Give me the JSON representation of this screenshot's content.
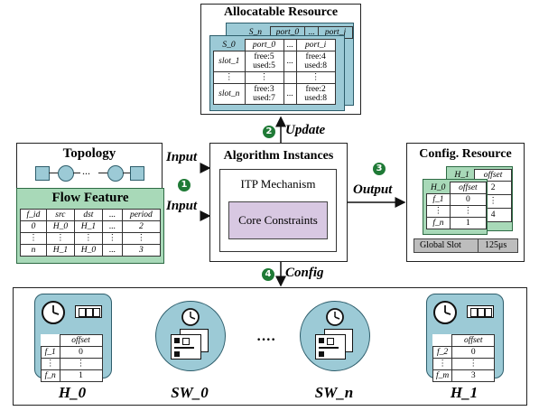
{
  "alloc": {
    "title": "Allocatable Resource",
    "back_header": [
      "S_n",
      "port_0",
      "...",
      "port_j"
    ],
    "front_header": [
      "S_0",
      "port_0",
      "...",
      "port_i"
    ],
    "rows": [
      {
        "slot": "slot_1",
        "c0": "free:5\nused:5",
        "dots": "...",
        "c1": "free:4\nused:8"
      },
      {
        "slot": "⋮",
        "c0": "⋮",
        "dots": "",
        "c1": "⋮"
      },
      {
        "slot": "slot_n",
        "c0": "free:3\nused:7",
        "dots": "...",
        "c1": "free:2\nused:8"
      }
    ]
  },
  "update_label": "Update",
  "topology": {
    "title": "Topology",
    "dots": "..."
  },
  "flow": {
    "title": "Flow Feature",
    "header": [
      "f_id",
      "src",
      "dst",
      "...",
      "period"
    ],
    "rows": [
      [
        "0",
        "H_0",
        "H_1",
        "...",
        "2"
      ],
      [
        "⋮",
        "⋮",
        "⋮",
        "⋮",
        "⋮"
      ],
      [
        "n",
        "H_1",
        "H_0",
        "...",
        "3"
      ]
    ]
  },
  "input_label_1": "Input",
  "input_label_2": "Input",
  "algo": {
    "title": "Algorithm Instances",
    "mechanism": "ITP Mechanism",
    "core": "Core Constraints"
  },
  "output_label": "Output",
  "config_res": {
    "title": "Config. Resource",
    "back_header": [
      "H_1",
      "offset"
    ],
    "back_vals": [
      "2",
      "⋮",
      "4"
    ],
    "front_header": [
      "H_0",
      "offset"
    ],
    "rows": [
      [
        "f_1",
        "0"
      ],
      [
        "⋮",
        "⋮"
      ],
      [
        "f_n",
        "1"
      ]
    ],
    "global_slot": "Global Slot",
    "slot_value": "125μs"
  },
  "config_label": "Config",
  "badges": {
    "b1": "1",
    "b2": "2",
    "b3": "3",
    "b4": "4"
  },
  "nodes": {
    "h0": {
      "name": "H_0",
      "header": "offset",
      "rows": [
        [
          "f_1",
          "0"
        ],
        [
          "⋮",
          "⋮"
        ],
        [
          "f_n",
          "1"
        ]
      ]
    },
    "sw0": {
      "name": "SW_0"
    },
    "dots": "····",
    "swn": {
      "name": "SW_n"
    },
    "h1": {
      "name": "H_1",
      "header": "offset",
      "rows": [
        [
          "f_2",
          "0"
        ],
        [
          "⋮",
          "⋮"
        ],
        [
          "f_m",
          "3"
        ]
      ]
    }
  },
  "colors": {
    "blue": "#9ccad6",
    "green": "#a8d9b8",
    "lilac": "#d8c8e2",
    "badge": "#1f7a36"
  }
}
